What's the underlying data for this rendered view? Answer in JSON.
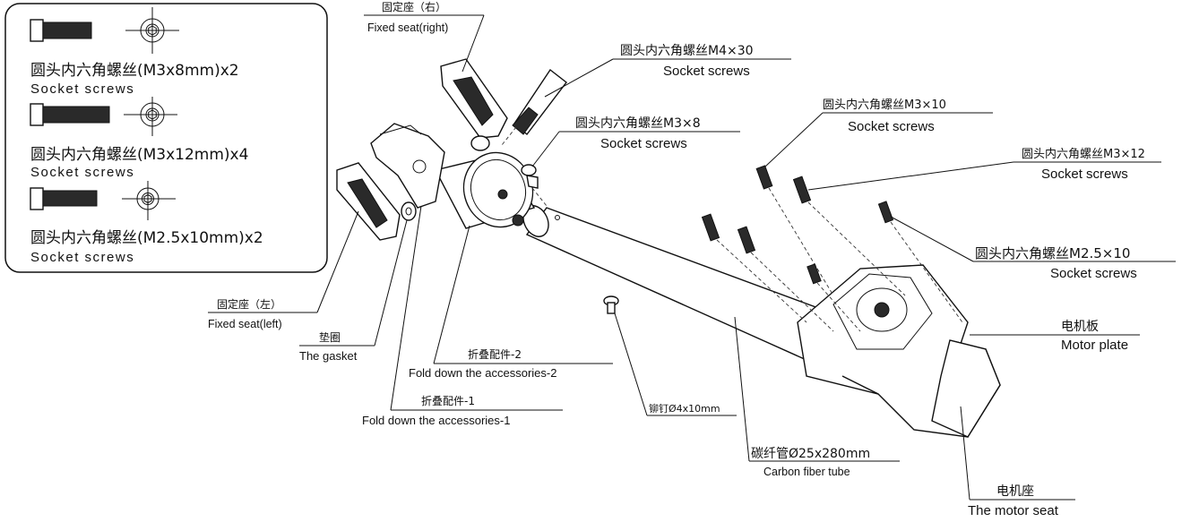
{
  "legend_box": {
    "items": [
      {
        "zh": "圆头内六角螺丝(M3x8mm)x2",
        "en": "Socket screws"
      },
      {
        "zh": "圆头内六角螺丝(M3x12mm)x4",
        "en": "Socket screws"
      },
      {
        "zh": "圆头内六角螺丝(M2.5x10mm)x2",
        "en": "Socket screws"
      }
    ]
  },
  "labels": {
    "fixed_seat_right": {
      "zh": "固定座（右）",
      "en": "Fixed seat(right)"
    },
    "screw_m4x30": {
      "zh": "圆头内六角螺丝M4×30",
      "en": "Socket screws"
    },
    "screw_m3x8": {
      "zh": "圆头内六角螺丝M3×8",
      "en": "Socket screws"
    },
    "screw_m3x10": {
      "zh": "圆头内六角螺丝M3×10",
      "en": "Socket screws"
    },
    "screw_m3x12": {
      "zh": "圆头内六角螺丝M3×12",
      "en": "Socket screws"
    },
    "screw_m25x10": {
      "zh": "圆头内六角螺丝M2.5×10",
      "en": "Socket screws"
    },
    "motor_plate": {
      "zh": "电机板",
      "en": "Motor plate"
    },
    "fixed_seat_left": {
      "zh": "固定座（左）",
      "en": "Fixed seat(left)"
    },
    "gasket": {
      "zh": "垫圈",
      "en": "The gasket"
    },
    "fold_2": {
      "zh": "折叠配件-2",
      "en": "Fold down the accessories-2"
    },
    "fold_1": {
      "zh": "折叠配件-1",
      "en": "Fold down the accessories-1"
    },
    "rivet": {
      "zh": "铆钉Ø4x10mm"
    },
    "carbon_tube": {
      "zh": "碳纤管Ø25x280mm",
      "en": "Carbon fiber tube"
    },
    "motor_seat": {
      "zh": "电机座",
      "en": "The motor seat"
    }
  }
}
